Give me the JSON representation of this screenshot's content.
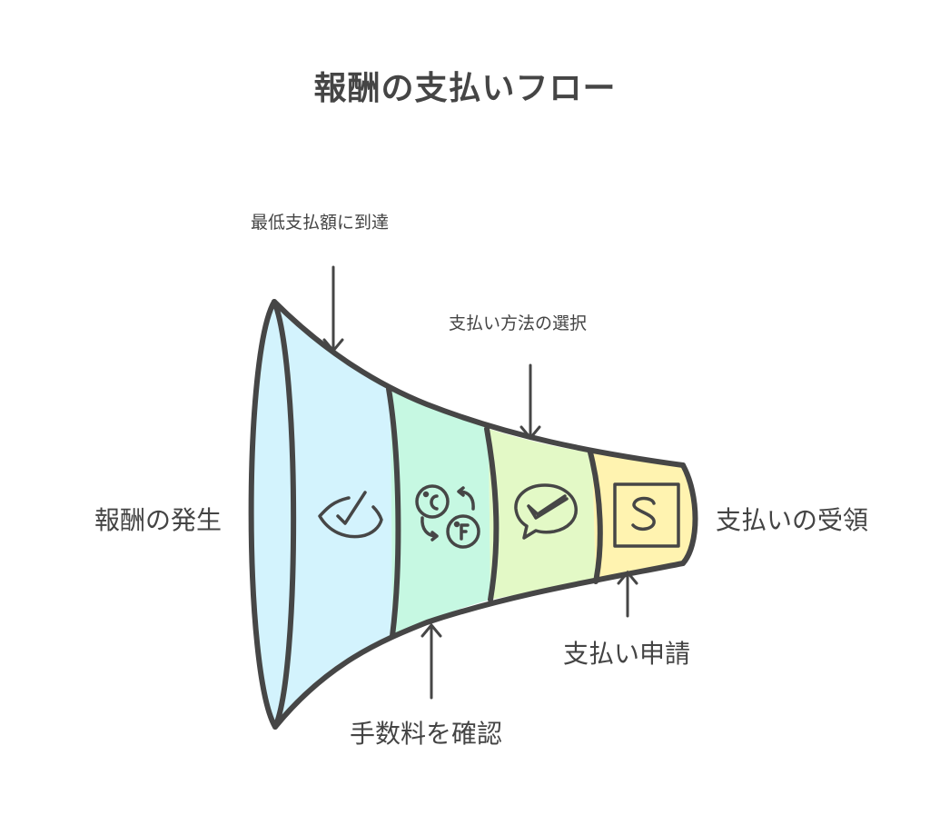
{
  "title": "報酬の支払いフロー",
  "stages": [
    {
      "name": "報酬の発生",
      "role": "start",
      "color": "#d3f3fd",
      "icon": "eye-check-icon"
    },
    {
      "name": "手数料を確認",
      "color": "#c6f8e2",
      "icon": "temperature-convert-icon"
    },
    {
      "name": "支払い方法の選択",
      "color": "#e3f9c6",
      "icon": "chat-check-icon"
    },
    {
      "name": "支払い申請",
      "color": "#fff3b0",
      "icon": "dollar-box-icon"
    }
  ],
  "labels": {
    "start": "報酬の発生",
    "end": "支払いの受領",
    "min_payout": "最低支払額に到達",
    "method_select": "支払い方法の選択",
    "request": "支払い申請",
    "fee_check": "手数料を確認"
  },
  "colors": {
    "stroke": "#464646",
    "text": "#444444",
    "stage1": "#d3f3fd",
    "stage2": "#c6f8e2",
    "stage3": "#e3f9c6",
    "stage4": "#fff3b0"
  }
}
